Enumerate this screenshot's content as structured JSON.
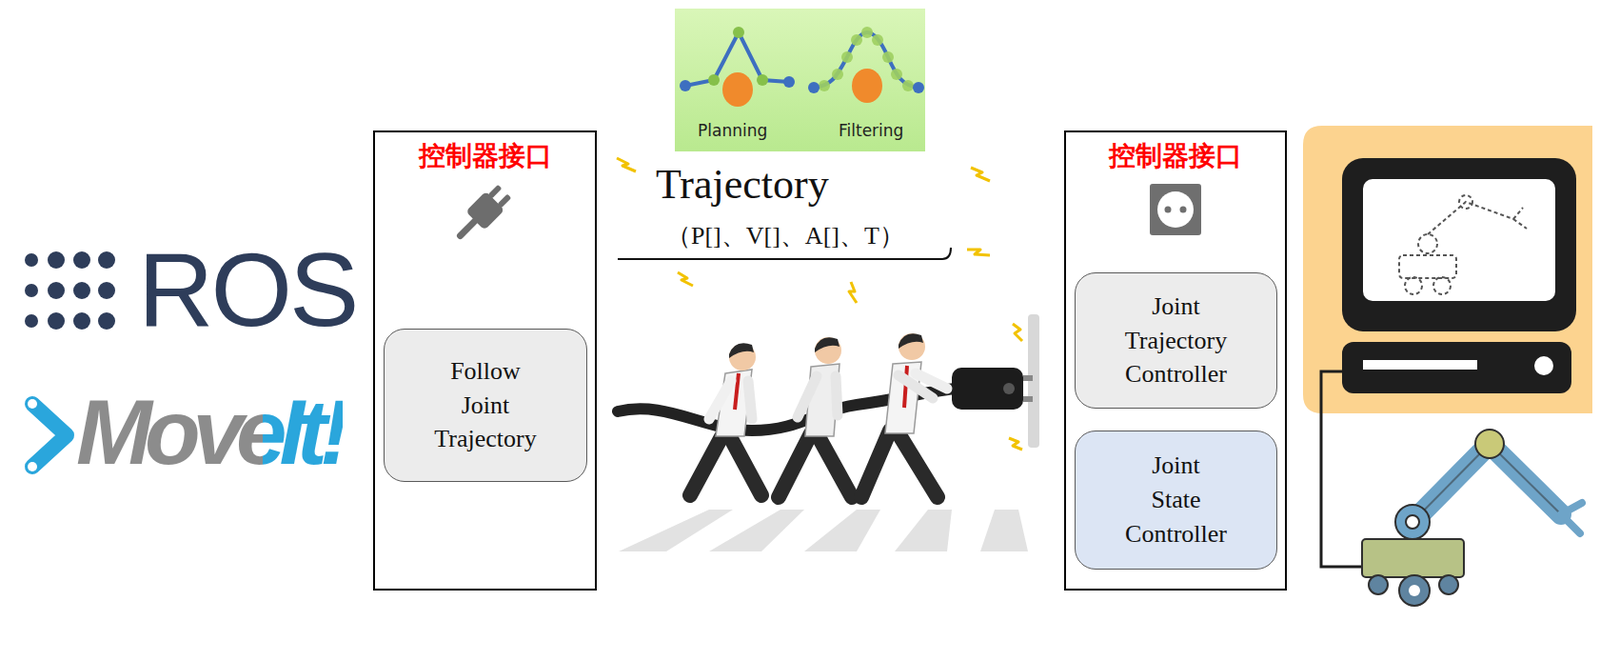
{
  "diagram": {
    "nodes": [
      {
        "text": [
          "控制器接口"
        ]
      },
      {
        "text": [
          "Follow Joint Trajectory"
        ],
        "in": 0
      },
      {
        "text": [
          "控制器接口"
        ]
      },
      {
        "text": [
          "Joint Trajectory Controller"
        ],
        "in": 2
      },
      {
        "text": [
          "Joint State Controller"
        ],
        "in": 2
      }
    ],
    "labels": [
      "ROS",
      "MoveIt!",
      "Planning",
      "Filtering",
      "Trajectory",
      "（P[]、V[]、A[]、T）"
    ]
  }
}
